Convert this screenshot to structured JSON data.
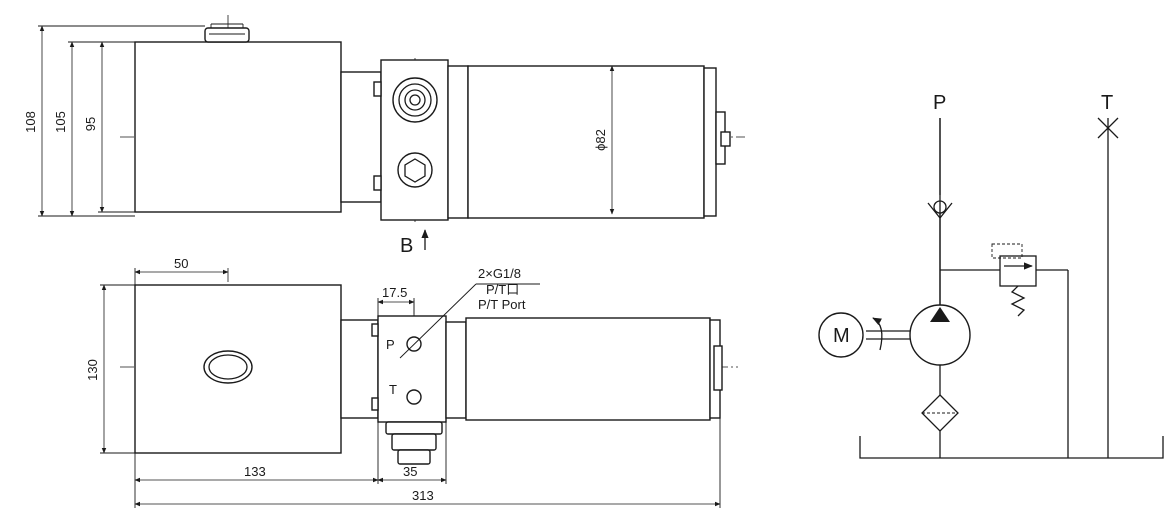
{
  "top_view": {
    "dim_108": "108",
    "dim_105": "105",
    "dim_95": "95",
    "dim_phi82": "ϕ82",
    "view_b": "B"
  },
  "side_view": {
    "dim_50": "50",
    "dim_130": "130",
    "dim_17_5": "17.5",
    "port_thread": "2×G1/8",
    "port_label_cn": "P/T口",
    "port_label_en": "P/T Port",
    "port_p": "P",
    "port_t": "T",
    "dim_133": "133",
    "dim_35": "35",
    "dim_313": "313"
  },
  "schematic": {
    "label_p": "P",
    "label_t": "T",
    "motor": "M"
  }
}
